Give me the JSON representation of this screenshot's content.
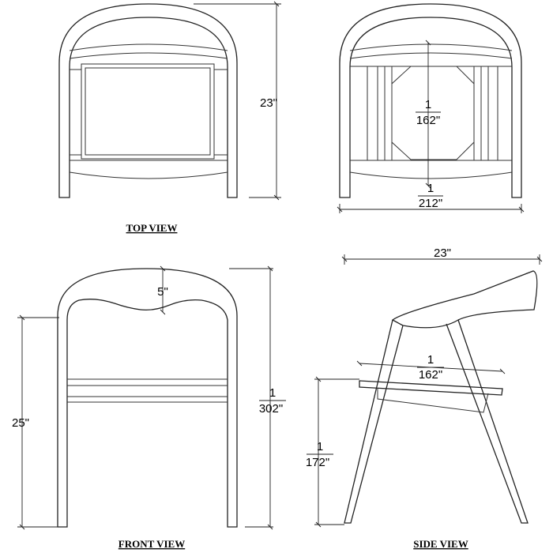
{
  "views": {
    "top": "TOP  VIEW",
    "front": "FRONT VIEW",
    "side": "SIDE VIEW"
  },
  "dimensions": {
    "top_height": "23\"",
    "rear_inner_num": "1",
    "rear_inner_den": "162\"",
    "rear_width_num": "1",
    "rear_width_den": "212\"",
    "front_top_dip": "5\"",
    "front_left_height": "25\"",
    "front_right_num": "1",
    "front_right_den": "302\"",
    "side_depth": "23\"",
    "seat_depth_num": "1",
    "seat_depth_den": "162\"",
    "seat_height_num": "1",
    "seat_height_den": "172\""
  }
}
